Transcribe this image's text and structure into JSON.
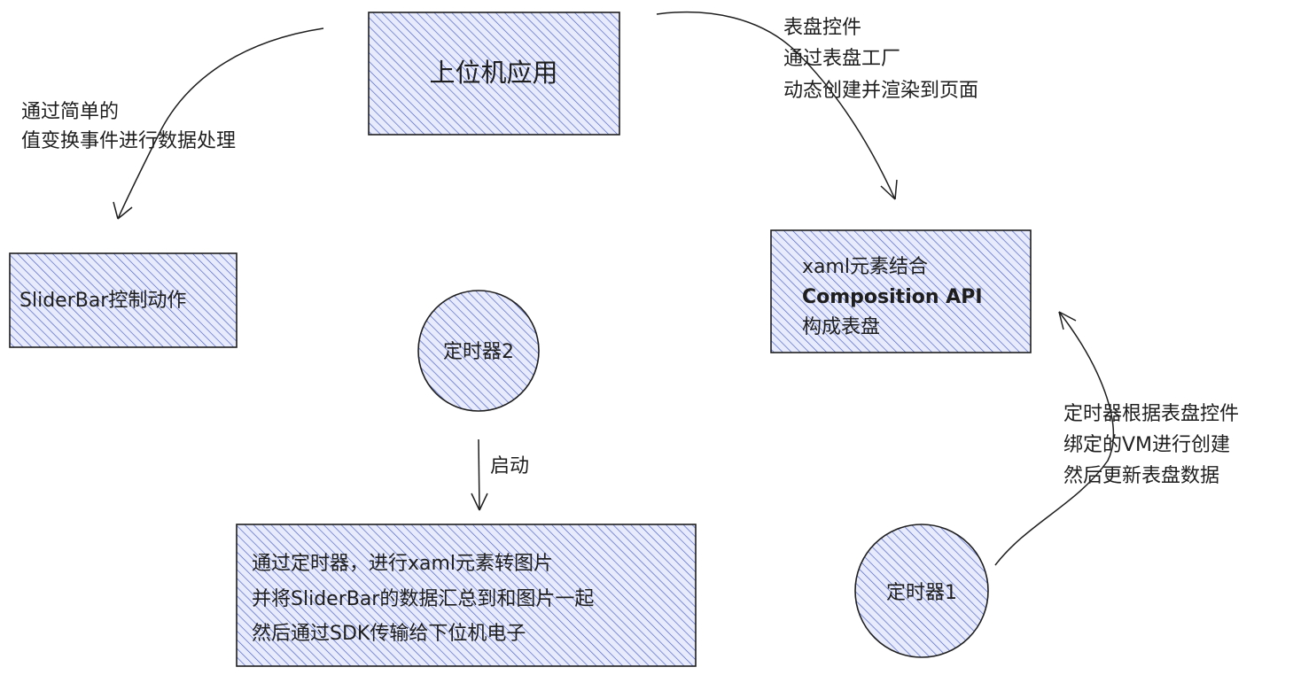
{
  "colors": {
    "stroke": "#1e1e1e",
    "hatch": "#4a5fc7",
    "fill_tint": "#e7ebfb"
  },
  "nodes": {
    "host_app": "上位机应用",
    "sliderbar": "SliderBar控制动作",
    "xaml": {
      "line1": "xaml元素结合",
      "line2": "Composition API",
      "line3": "构成表盘"
    },
    "timer2": "定时器2",
    "timer1": "定时器1",
    "bottom": {
      "line1": "通过定时器，进行xaml元素转图片",
      "line2": "并将SliderBar的数据汇总到和图片一起",
      "line3": "然后通过SDK传输给下位机电子"
    }
  },
  "labels": {
    "left": {
      "line1": "通过简单的",
      "line2": "值变换事件进行数据处理"
    },
    "right_top": {
      "line1": "表盘控件",
      "line2": "通过表盘工厂",
      "line3": "动态创建并渲染到页面"
    },
    "right_bottom": {
      "line1": "定时器根据表盘控件",
      "line2": "绑定的VM进行创建",
      "line3": "然后更新表盘数据"
    },
    "start": "启动"
  }
}
